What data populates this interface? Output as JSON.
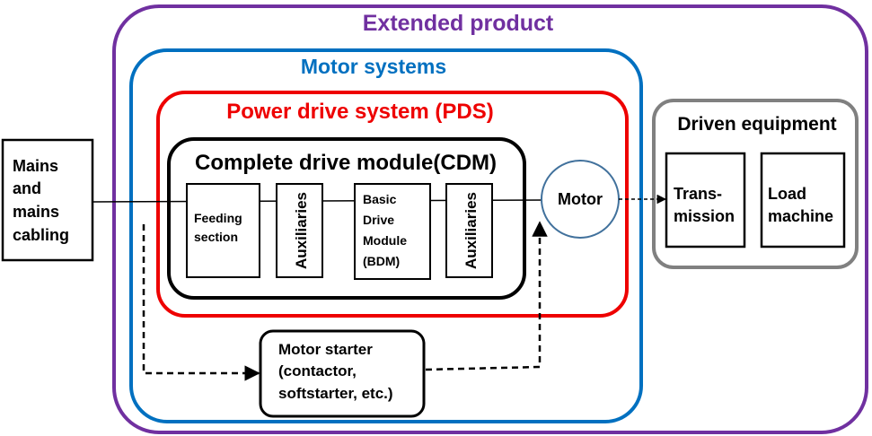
{
  "diagram": {
    "extended_product": {
      "title": "Extended product",
      "color": "#7030a0"
    },
    "motor_systems": {
      "title": "Motor systems",
      "color": "#0070c0"
    },
    "pds": {
      "title": "Power drive system (PDS)",
      "color": "#ee0000"
    },
    "cdm": {
      "title": "Complete drive module(CDM)"
    },
    "mains": {
      "lines": [
        "Mains",
        "and",
        "mains",
        "cabling"
      ]
    },
    "feeding": {
      "lines": [
        "Feeding",
        "section"
      ]
    },
    "aux1": {
      "label": "Auxiliaries"
    },
    "bdm": {
      "lines": [
        "Basic",
        "Drive",
        "Module",
        "(BDM)"
      ]
    },
    "aux2": {
      "label": "Auxiliaries"
    },
    "motor": {
      "label": "Motor",
      "stroke": "#41719c"
    },
    "driven": {
      "title": "Driven equipment",
      "color": "#808080"
    },
    "transmission": {
      "lines": [
        "Trans-",
        "mission"
      ]
    },
    "load": {
      "lines": [
        "Load",
        "machine"
      ]
    },
    "starter": {
      "lines": [
        "Motor starter",
        "(contactor,",
        "softstarter, etc.)"
      ]
    }
  }
}
